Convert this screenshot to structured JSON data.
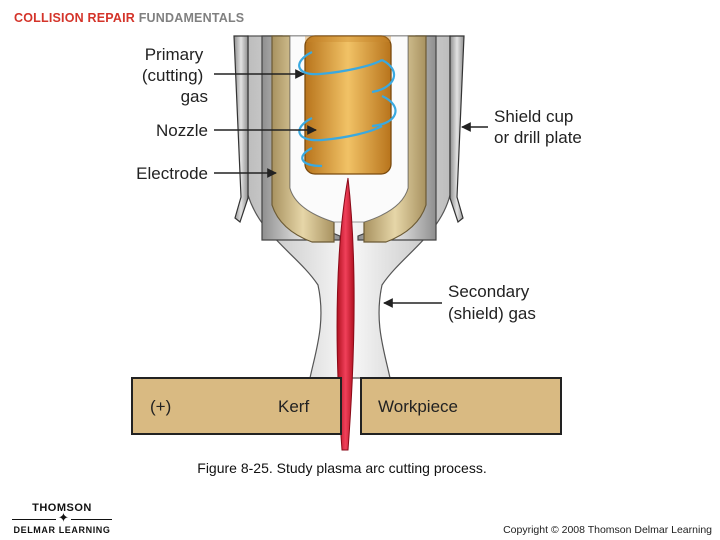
{
  "header": {
    "title": "COLLISION REPAIR FUNDAMENTALS"
  },
  "labels": {
    "primary_gas": [
      "Primary",
      "(cutting)",
      "gas"
    ],
    "nozzle": "Nozzle",
    "electrode": "Electrode",
    "shield_cup": [
      "Shield cup",
      "or drill plate"
    ],
    "secondary_gas": [
      "Secondary",
      "(shield) gas"
    ],
    "positive": "(+)",
    "kerf": "Kerf",
    "workpiece": "Workpiece"
  },
  "caption": "Figure 8-25.  Study plasma arc cutting process.",
  "footer": {
    "logo_top": "THOMSON",
    "logo_bottom": "DELMAR LEARNING",
    "copyright": "Copyright © 2008 Thomson Delmar Learning"
  },
  "colors": {
    "header_red": "#d4342a",
    "header_gray": "#808080",
    "electrode": "#e0a23c",
    "nozzle": "#d2c08e",
    "shield": "#cfcfcf",
    "gas_swirl": "#3aa9e0",
    "plasma_arc": "#e0263c",
    "workpiece": "#d9ba82"
  }
}
